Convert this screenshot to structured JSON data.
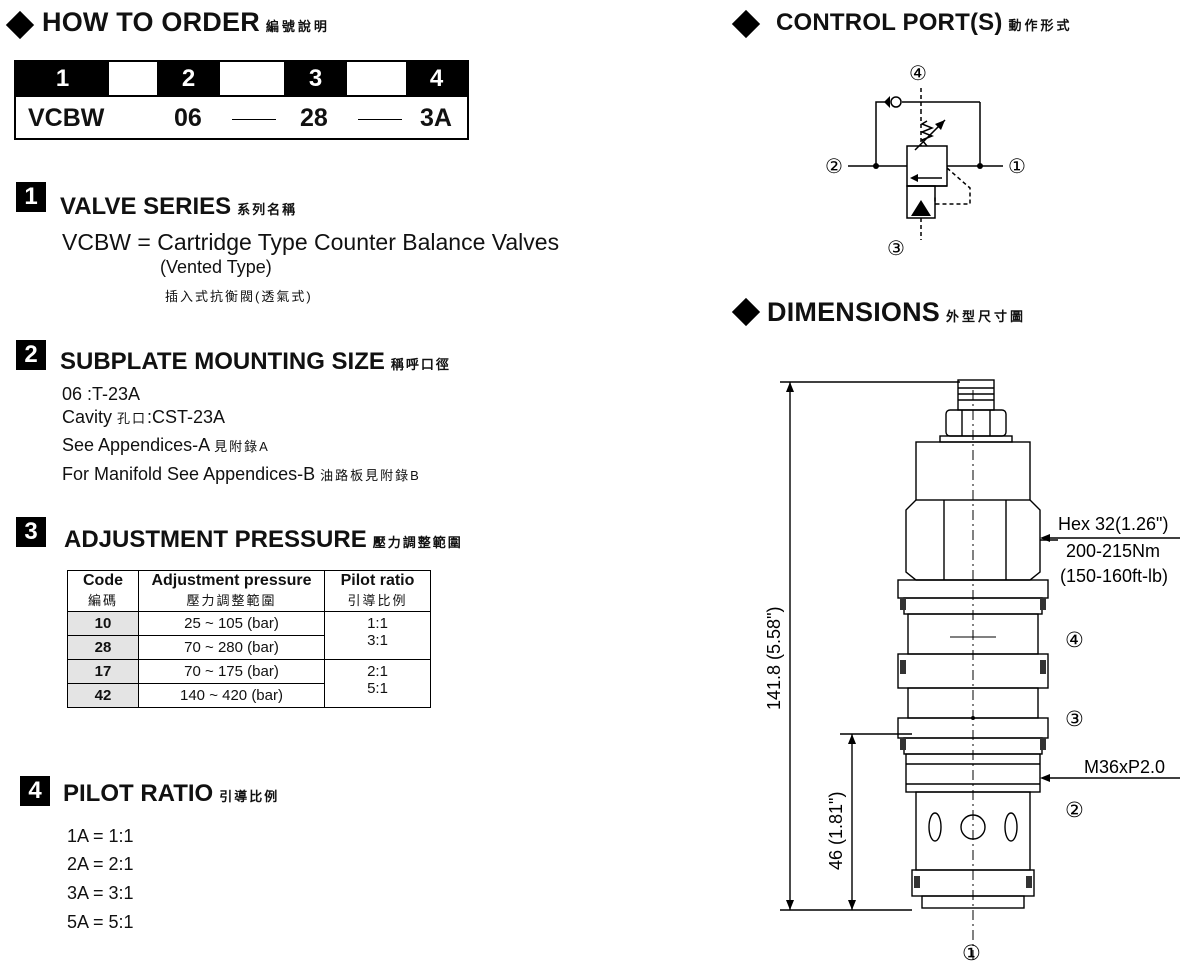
{
  "how_to_order": {
    "title": "HOW TO  ORDER",
    "title_cn": "編號說明",
    "positions": [
      "1",
      "2",
      "3",
      "4"
    ],
    "values": [
      "VCBW",
      "06",
      "28",
      "3A"
    ]
  },
  "control_ports": {
    "title": "CONTROL PORT(S)",
    "title_cn": "動作形式",
    "port_labels": [
      "①",
      "②",
      "③",
      "④"
    ]
  },
  "dimensions": {
    "title": "DIMENSIONS",
    "title_cn": "外型尺寸圖",
    "overall_length": "141.8 (5.58\")",
    "lower_length": "46 (1.81\")",
    "hex_label": "Hex 32(1.26\")",
    "torque_nm": "200-215Nm",
    "torque_ftlb": "(150-160ft-lb)",
    "thread": "M36xP2.0",
    "port_labels": [
      "④",
      "③",
      "②",
      "①"
    ]
  },
  "section1": {
    "num": "1",
    "title": "VALVE SERIES",
    "title_cn": "系列名稱",
    "line1": "VCBW = Cartridge Type Counter Balance Valves",
    "line2": "(Vented Type)",
    "line3": "插入式抗衡閥(透氣式)"
  },
  "section2": {
    "num": "2",
    "title": "SUBPLATE MOUNTING SIZE",
    "title_cn": "稱呼口徑",
    "line1": "06 :T-23A",
    "line2_a": "Cavity ",
    "line2_cn": "孔口",
    "line2_b": ":CST-23A",
    "line3": "See Appendices-A",
    "line3_cn": "見附錄A",
    "line4": "For Manifold See Appendices-B",
    "line4_cn": "油路板見附錄B"
  },
  "section3": {
    "num": "3",
    "title": "ADJUSTMENT PRESSURE",
    "title_cn": "壓力調整範圍",
    "table": {
      "headers": [
        "Code",
        "Adjustment pressure",
        "Pilot ratio"
      ],
      "headers_cn": [
        "編碼",
        "壓力調整範圍",
        "引導比例"
      ],
      "rows": [
        {
          "code": "10",
          "range": "25 ~ 105 (bar)"
        },
        {
          "code": "28",
          "range": "70 ~ 280 (bar)"
        },
        {
          "code": "17",
          "range": "70 ~ 175 (bar)"
        },
        {
          "code": "42",
          "range": "140 ~ 420 (bar)"
        }
      ],
      "ratio_groups": [
        {
          "a": "1:1",
          "b": "3:1"
        },
        {
          "a": "2:1",
          "b": "5:1"
        }
      ]
    }
  },
  "section4": {
    "num": "4",
    "title": "PILOT RATIO",
    "title_cn": "引導比例",
    "items": [
      "1A = 1:1",
      "2A = 2:1",
      "3A = 3:1",
      "5A = 5:1"
    ]
  }
}
